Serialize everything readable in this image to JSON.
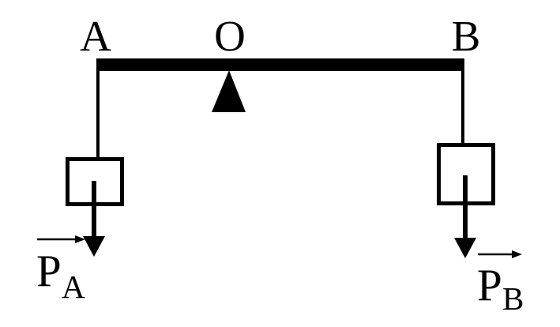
{
  "figure": {
    "title": "lever-balance-diagram",
    "colors": {
      "ink": "#000000",
      "background": "#ffffff"
    },
    "beam": {
      "left_end_label": "A",
      "pivot_label": "O",
      "right_end_label": "B"
    },
    "forces": {
      "left": {
        "symbol": "P",
        "subscript": "A"
      },
      "right": {
        "symbol": "P",
        "subscript": "B"
      }
    }
  }
}
